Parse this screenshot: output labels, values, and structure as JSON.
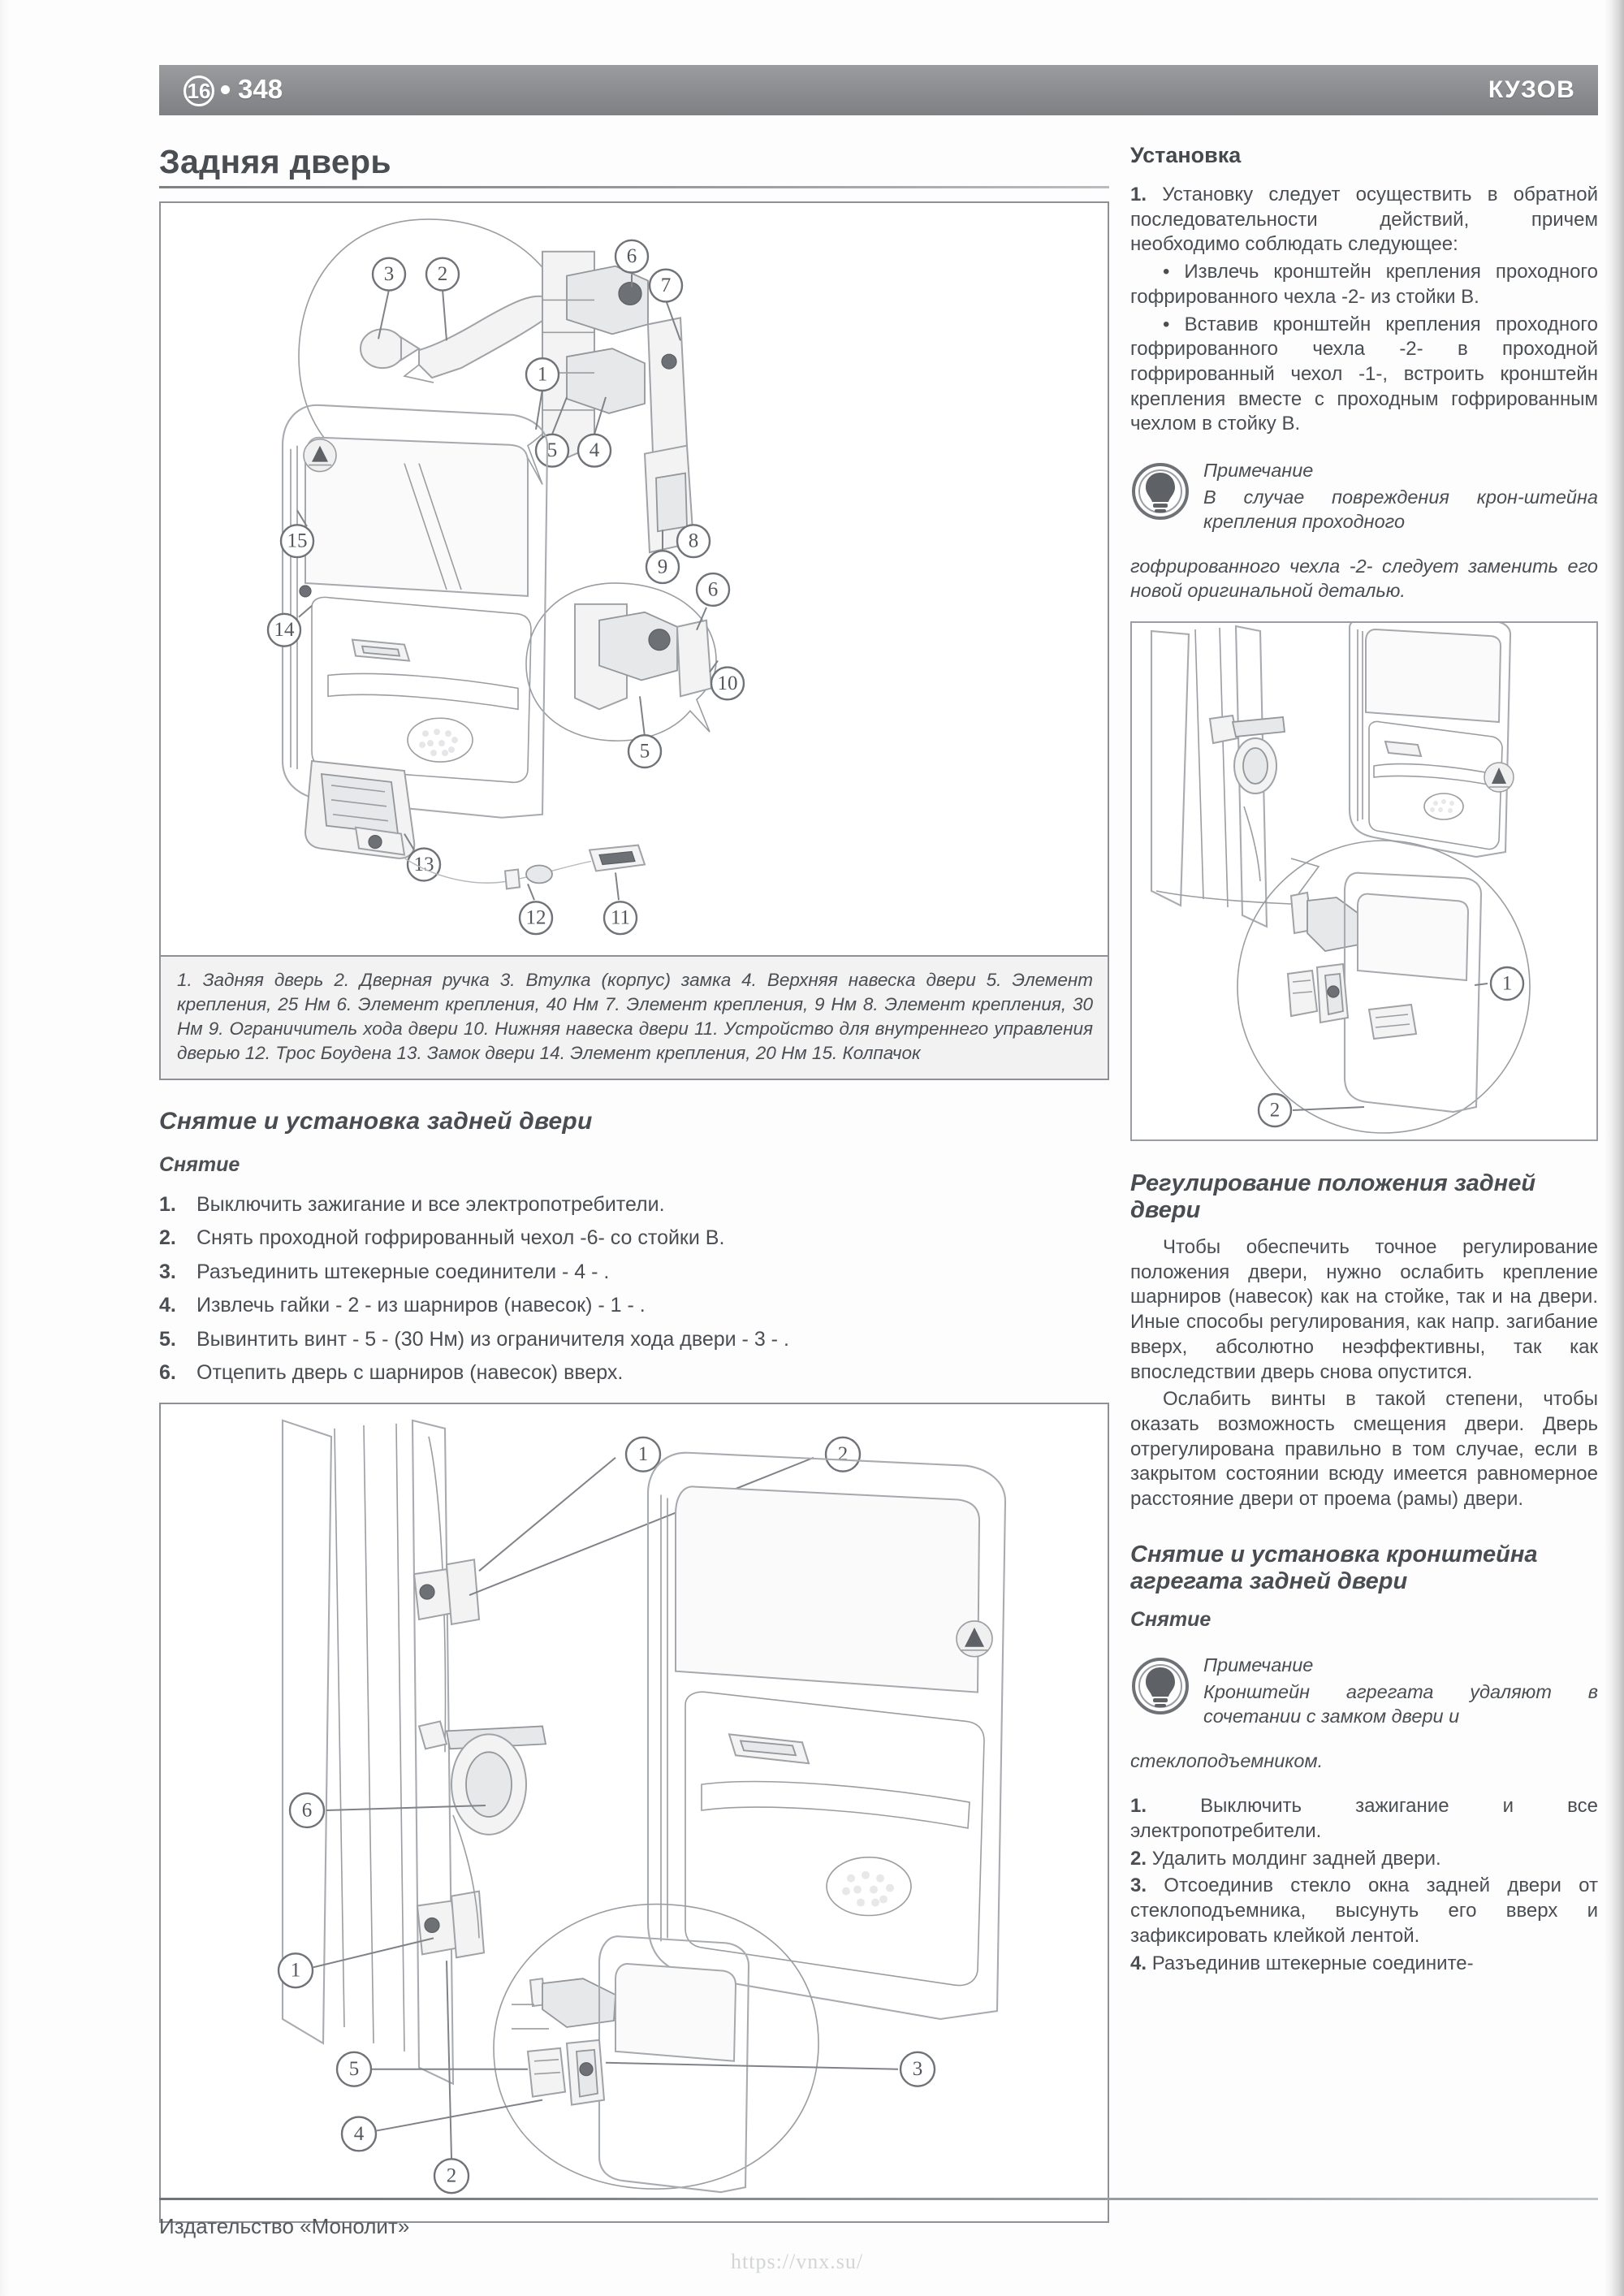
{
  "header": {
    "chapter": "16",
    "page_number": "348",
    "separator": "•",
    "section_title": "КУЗОВ"
  },
  "left_column": {
    "title": "Задняя дверь",
    "figure_main": {
      "name": "rear-door-exploded-diagram",
      "callouts": [
        "1",
        "2",
        "3",
        "4",
        "5",
        "6",
        "7",
        "8",
        "9",
        "10",
        "11",
        "12",
        "13",
        "14",
        "15"
      ]
    },
    "legend": "1. Задняя дверь 2. Дверная ручка 3. Втулка (корпус) замка 4. Верхняя навеска двери 5. Элемент крепления, 25 Нм 6. Элемент крепления, 40 Нм 7. Элемент крепления, 9 Нм 8. Элемент крепления, 30 Нм 9. Ограничитель хода двери 10. Нижняя навеска двери 11. Устройство для внутреннего управления дверью 12. Трос Боудена 13. Замок двери 14. Элемент крепления, 20 Нм 15. Колпачок",
    "legend_items": [
      {
        "n": "1.",
        "text": "Задняя дверь"
      },
      {
        "n": "2.",
        "text": "Дверная ручка"
      },
      {
        "n": "3.",
        "text": "Втулка (корпус) замка"
      },
      {
        "n": "4.",
        "text": "Верхняя навеска двери"
      },
      {
        "n": "5.",
        "text": "Элемент крепления, 25 Нм"
      },
      {
        "n": "6.",
        "text": "Элемент крепления, 40 Нм"
      },
      {
        "n": "7.",
        "text": "Элемент крепления, 9 Нм"
      },
      {
        "n": "8.",
        "text": "Элемент крепления, 30 Нм"
      },
      {
        "n": "9.",
        "text": "Ограничитель хода двери"
      },
      {
        "n": "10.",
        "text": "Нижняя навеска двери"
      },
      {
        "n": "11.",
        "text": "Устройство для внутреннего управления дверью"
      },
      {
        "n": "12.",
        "text": "Трос Боудена"
      },
      {
        "n": "13.",
        "text": "Замок двери"
      },
      {
        "n": "14.",
        "text": "Элемент крепления, 20 Нм"
      },
      {
        "n": "15.",
        "text": "Колпачок"
      }
    ],
    "section_heading": "Снятие и установка задней двери",
    "removal_heading": "Снятие",
    "removal_steps": [
      {
        "n": "1.",
        "text": "Выключить зажигание и все электропотребители."
      },
      {
        "n": "2.",
        "text": "Снять проходной гофрированный чехол -6- со стойки В."
      },
      {
        "n": "3.",
        "text": "Разъединить штекерные соединители - 4 - ."
      },
      {
        "n": "4.",
        "text": "Извлечь гайки - 2 - из шарниров (навесок) - 1 - ."
      },
      {
        "n": "5.",
        "text": "Вывинтить винт - 5 - (30 Нм) из ограничителя хода двери - 3 - ."
      },
      {
        "n": "6.",
        "text": "Отцепить дверь с шарниров (навесок) вверх."
      }
    ],
    "figure_second": {
      "name": "rear-door-hinge-diagram",
      "callouts": [
        "1",
        "2",
        "3",
        "4",
        "5",
        "6"
      ]
    }
  },
  "right_column": {
    "install_heading": "Установка",
    "install_step_1_num": "1.",
    "install_step_1": "Установку следует осуществить в обратной последовательности действий, причем необходимо соблюдать следующее:",
    "install_bullets": [
      "Извлечь кронштейн крепления проходного гофрированного чехла -2- из стойки В.",
      "Вставив кронштейн крепления проходного гофрированного чехла -2- в проходной гофрированный чехол -1-, встроить кронштейн крепления вместе с проходным гофрированным чехлом в стойку В."
    ],
    "note_1": {
      "icon": "lightbulb-icon",
      "label": "Примечание",
      "text_head": "В случае повреждения крон-штейна крепления проходного",
      "text_rest": "гофрированного чехла -2- следует заменить его новой оригинальной деталью."
    },
    "figure_right": {
      "name": "rear-door-seal-bracket-diagram",
      "callouts": [
        "1",
        "2"
      ]
    },
    "adjust_heading": "Регулирование положения задней двери",
    "adjust_paragraph_1": "Чтобы обеспечить точное регулирование положения двери, нужно ослабить крепление шарниров (навесок) как на стойке, так и на двери. Иные способы регулирования, как напр. загибание вверх, абсолютно неэффективны, так как впоследствии дверь снова опустится.",
    "adjust_paragraph_2": "Ослабить винты в такой степени, чтобы оказать возможность смещения двери. Дверь отрегулирована правильно в том случае, если в закрытом состоянии всюду имеется равномерное расстояние двери от проема (рамы) двери.",
    "bracket_heading": "Снятие и установка кронштейна агрегата задней двери",
    "bracket_sub_heading": "Снятие",
    "note_2": {
      "icon": "lightbulb-icon",
      "label": "Примечание",
      "text_head": "Кронштейн агрегата удаляют в сочетании с замком двери и",
      "text_rest": "стеклоподъемником."
    },
    "bracket_steps": [
      {
        "n": "1.",
        "text": "Выключить зажигание и все электропотребители."
      },
      {
        "n": "2.",
        "text": "Удалить молдинг задней двери."
      },
      {
        "n": "3.",
        "text": "Отсоединив стекло окна задней двери от стеклоподъемника, высунуть его вверх и зафиксировать клейкой лентой."
      },
      {
        "n": "4.",
        "text": "Разъединив штекерные соедините-"
      }
    ]
  },
  "footer": {
    "publisher": "Издательство «Монолит»",
    "watermark": "https://vnx.su/"
  },
  "colors": {
    "header_bar": "#8d8f92",
    "rule": "#7d8186",
    "text": "#4a4e53",
    "legend_bg": "#f2f2f2",
    "line_art": "#a8abaf"
  }
}
